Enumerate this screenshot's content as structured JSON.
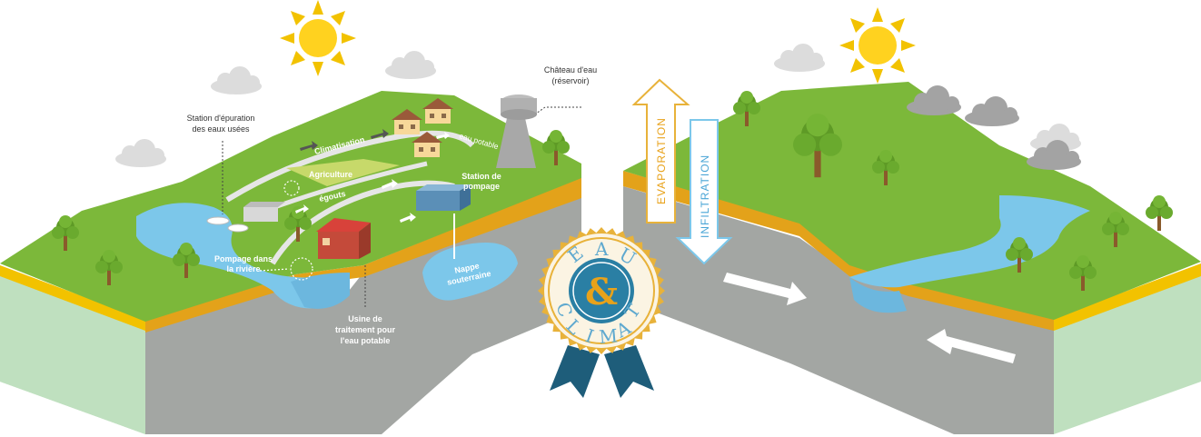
{
  "colors": {
    "grass": "#7cb83a",
    "grass_dark": "#5e9a26",
    "soil": "#f2c200",
    "soil_dark": "#e3a21a",
    "rock": "#a3a6a3",
    "rock_dark": "#8e918e",
    "base": "#bfe0bf",
    "water": "#7cc7ea",
    "badge_gold": "#e8b23a",
    "badge_blue": "#2a7fa4",
    "ribbon": "#1e5d7a"
  },
  "labels": {
    "station_epuration": [
      "Station d'épuration",
      "des eaux usées"
    ],
    "climatisation": "Climatisation",
    "eau_potable": "eau potable",
    "chateau": [
      "Château d'eau",
      "(réservoir)"
    ],
    "agriculture": "Agriculture",
    "egouts": "égouts",
    "station_pompage": [
      "Station de",
      "pompage"
    ],
    "pompage_riviere": [
      "Pompage dans",
      "la rivière"
    ],
    "usine": [
      "Usine de",
      "traitement pour",
      "l'eau potable"
    ],
    "nappe": [
      "Nappe",
      "souterraine"
    ],
    "evaporation": "EVAPORATION",
    "infiltration": "INFILTRATION"
  },
  "badge": {
    "top_letters": [
      "E",
      "A",
      "U"
    ],
    "bottom_letters": [
      "C",
      "L",
      "I",
      "M",
      "A",
      "T"
    ],
    "center": "&"
  },
  "icons": [
    "sun-icon",
    "cloud-icon",
    "tree-icon",
    "house-icon",
    "water-tower-icon",
    "factory-icon"
  ]
}
